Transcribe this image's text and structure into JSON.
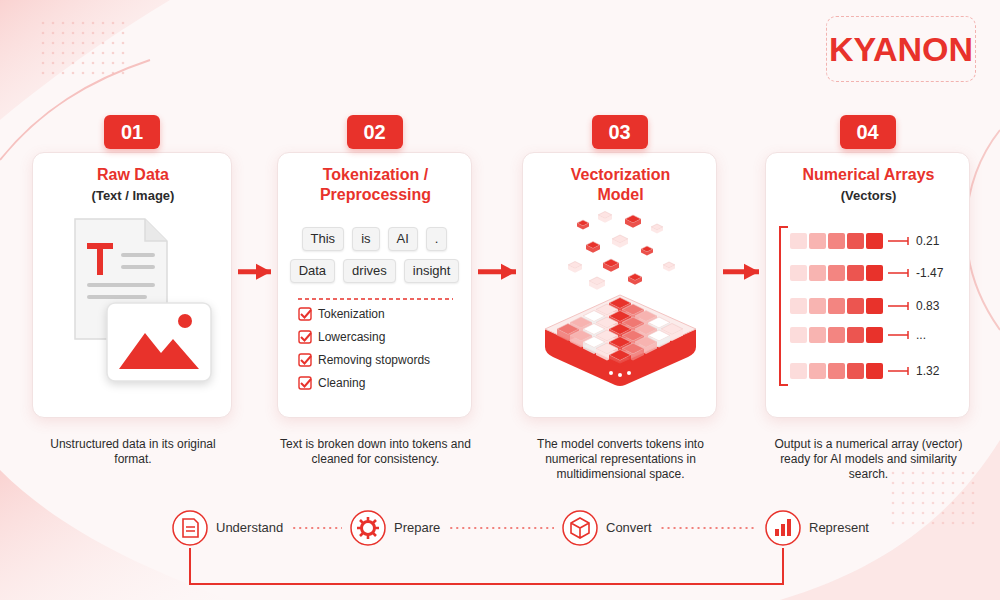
{
  "diagram": {
    "nodes": [
      {
        "text": [
          "KYANON"
        ]
      },
      {
        "text": [
          "Raw Data",
          "(Text / Image)",
          "Unstructured data in its original format."
        ]
      },
      {
        "text": [
          "01"
        ],
        "in": 1
      },
      {
        "text": [
          "Tokenization / Preprocessing",
          "Text is broken down into tokens and cleaned for consistency."
        ]
      },
      {
        "text": [
          "02"
        ],
        "in": 3
      },
      {
        "text": [
          "This"
        ],
        "in": 3
      },
      {
        "text": [
          "is"
        ],
        "in": 3
      },
      {
        "text": [
          "AI"
        ],
        "in": 3
      },
      {
        "text": [
          "."
        ],
        "in": 3
      },
      {
        "text": [
          "Data"
        ],
        "in": 3
      },
      {
        "text": [
          "drives"
        ],
        "in": 3
      },
      {
        "text": [
          "insight"
        ],
        "in": 3
      },
      {
        "text": [
          "Vectorization Model",
          "The model converts tokens into numerical representations in multidimensional space."
        ]
      },
      {
        "text": [
          "03"
        ],
        "in": 12
      },
      {
        "text": [
          "Numerical Arrays",
          "(Vectors)",
          "Output is a numerical array (vector) ready for AI models and similarity search."
        ]
      },
      {
        "text": [
          "04"
        ],
        "in": 14
      },
      {
        "text": [
          "Understand"
        ]
      },
      {
        "text": [
          "Prepare"
        ]
      },
      {
        "text": [
          "Convert"
        ]
      },
      {
        "text": [
          "Represent"
        ]
      }
    ],
    "edges": [
      {
        "from": 1,
        "to": 3,
        "arrow": "to"
      },
      {
        "from": 3,
        "to": 12,
        "arrow": "to"
      },
      {
        "from": 12,
        "to": 14,
        "arrow": "to"
      },
      {
        "from": 16,
        "to": 17,
        "arrow": "none"
      },
      {
        "from": 17,
        "to": 18,
        "arrow": "none"
      },
      {
        "from": 18,
        "to": 19,
        "arrow": "none"
      }
    ],
    "labels": [
      "Tokenization",
      "Lowercasing",
      "Removing stopwords",
      "Cleaning",
      "0.21",
      "-1.47",
      "0.83",
      "...",
      "1.32"
    ]
  }
}
